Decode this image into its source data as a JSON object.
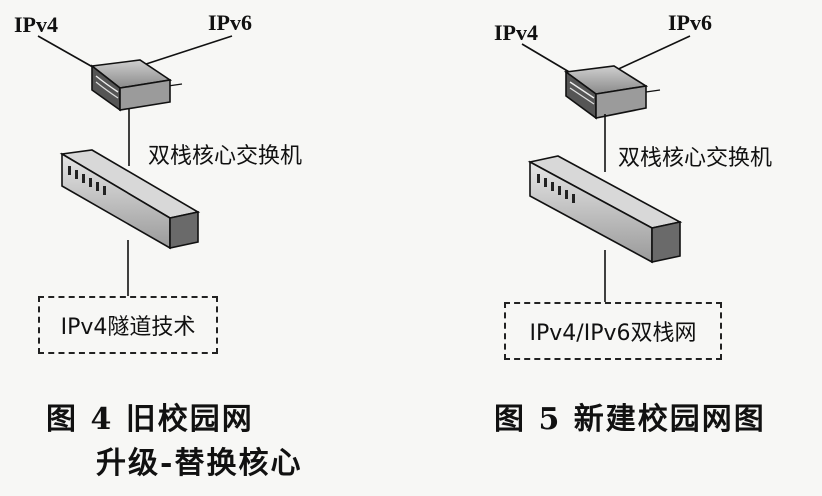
{
  "figure4": {
    "ipv4_label": "IPv4",
    "ipv6_label": "IPv6",
    "switch_label": "双栈核心交换机",
    "box_label": "IPv4隧道技术",
    "caption_line1": "图 4   旧校园网",
    "caption_line2": "升级-替换核心"
  },
  "figure5": {
    "ipv4_label": "IPv4",
    "ipv6_label": "IPv6",
    "switch_label": "双栈核心交换机",
    "box_label": "IPv4/IPv6双栈网",
    "caption": "图 5   新建校园网图"
  }
}
